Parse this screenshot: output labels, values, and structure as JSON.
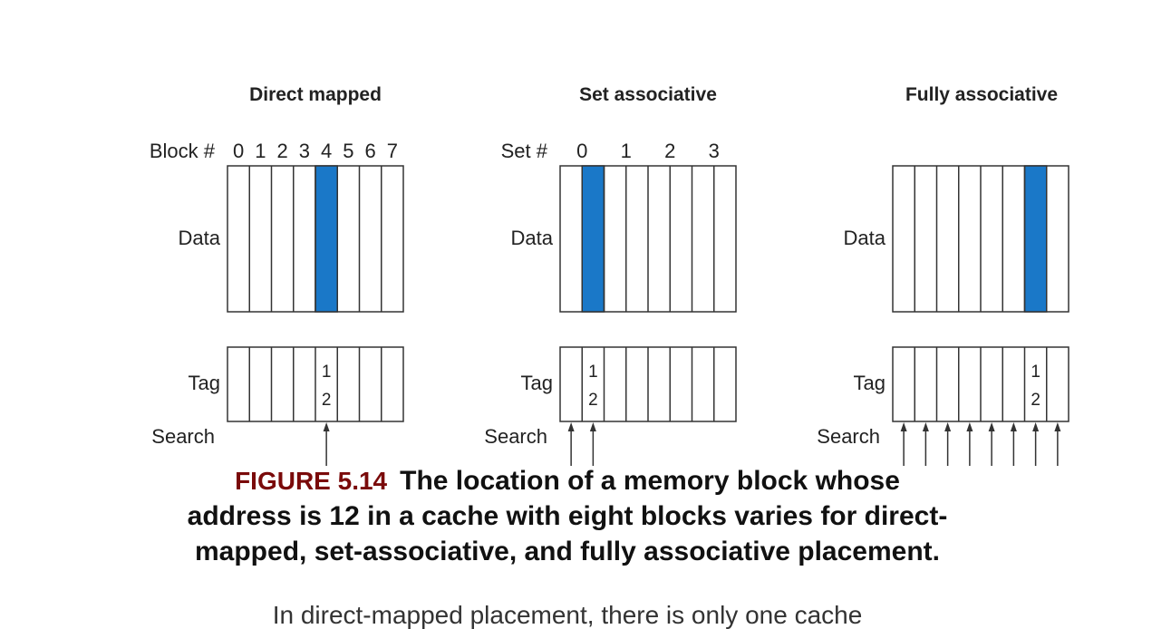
{
  "panels": [
    {
      "title": "Direct mapped",
      "index_label": "Block #",
      "index_values": [
        "0",
        "1",
        "2",
        "3",
        "4",
        "5",
        "6",
        "7"
      ],
      "data_label": "Data",
      "tag_label": "Tag",
      "search_label": "Search",
      "highlighted_block": 4,
      "tag_entry_block": 4,
      "search_blocks": [
        4
      ]
    },
    {
      "title": "Set associative",
      "index_label": "Set #",
      "index_values": [
        "0",
        "1",
        "2",
        "3"
      ],
      "data_label": "Data",
      "tag_label": "Tag",
      "search_label": "Search",
      "highlighted_block": 1,
      "tag_entry_block": 1,
      "search_blocks": [
        0,
        1
      ]
    },
    {
      "title": "Fully associative",
      "index_label": "",
      "index_values": [],
      "data_label": "Data",
      "tag_label": "Tag",
      "search_label": "Search",
      "highlighted_block": 6,
      "tag_entry_block": 6,
      "search_blocks": [
        0,
        1,
        2,
        3,
        4,
        5,
        6,
        7
      ]
    }
  ],
  "tag_digits": [
    "1",
    "2"
  ],
  "blocks_per_cache": 8,
  "colors": {
    "highlight": "#1a78c8",
    "line": "#333333",
    "caption_label": "#7a0a0a"
  },
  "caption": {
    "label": "FIGURE 5.14",
    "text": "The location of a memory block whose address is 12 in a cache with eight blocks varies for direct-mapped, set-associative, and fully associative placement.",
    "cut_line": "In direct-mapped placement, there is only one cache"
  }
}
